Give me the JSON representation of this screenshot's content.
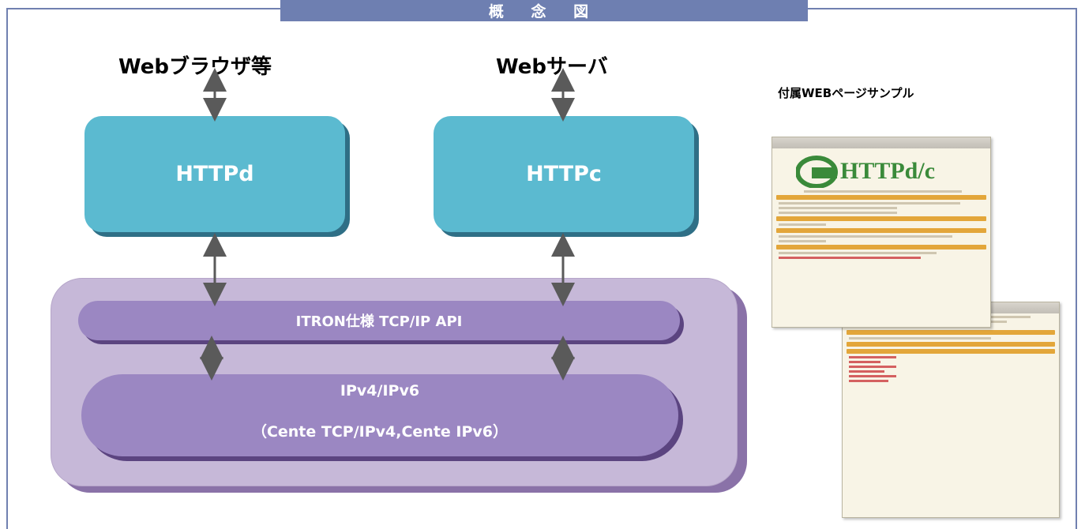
{
  "header": {
    "title": "概 念 図"
  },
  "labels": {
    "browser": "Webブラウザ等",
    "server": "Webサーバ"
  },
  "boxes": {
    "httpd": "HTTPd",
    "httpc": "HTTPc"
  },
  "stack": {
    "api": "ITRON仕様 TCP/IP API",
    "ip_title": "IPv4/IPv6",
    "ip_sub": "（Cente TCP/IPv4,Cente IPv6）"
  },
  "sample": {
    "title": "付属WEBページサンプル",
    "logo_text": "HTTPd/c"
  },
  "colors": {
    "frame": "#7080b0",
    "http_box": "#5bbad0",
    "http_shadow": "#2f6f86",
    "outer_box": "#c6b8d8",
    "pill": "#9b87c2",
    "arrow": "#5a5a5a"
  }
}
